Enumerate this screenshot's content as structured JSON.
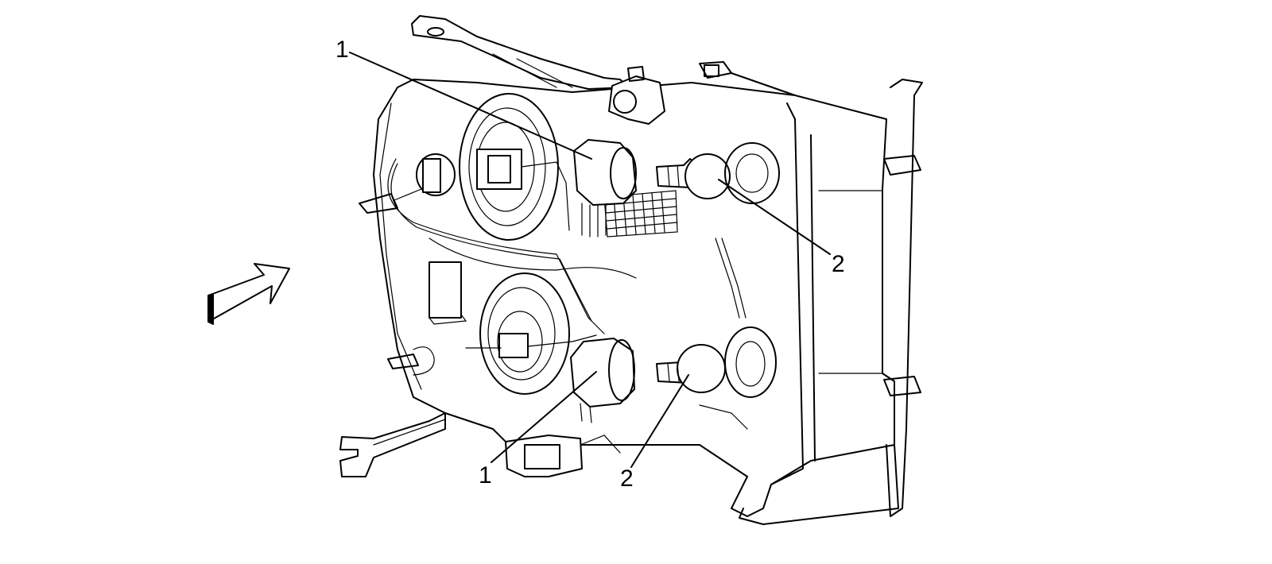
{
  "figure": {
    "callouts": [
      {
        "label": "1",
        "part": "bulb-socket"
      },
      {
        "label": "2",
        "part": "bulb"
      },
      {
        "label": "1",
        "part": "bulb-socket"
      },
      {
        "label": "2",
        "part": "bulb"
      }
    ],
    "colors": {
      "line": "#000000",
      "background": "#ffffff"
    }
  }
}
